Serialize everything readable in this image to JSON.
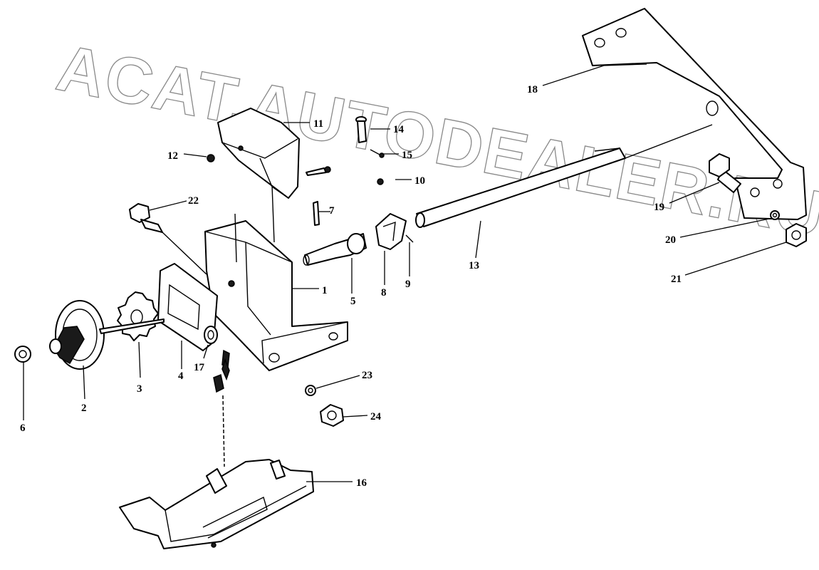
{
  "watermark": "ACAT.AUTODEALER.RU",
  "callouts": [
    {
      "id": "p1",
      "label": "1"
    },
    {
      "id": "p2",
      "label": "2"
    },
    {
      "id": "p3",
      "label": "3"
    },
    {
      "id": "p4",
      "label": "4"
    },
    {
      "id": "p5",
      "label": "5"
    },
    {
      "id": "p6",
      "label": "6"
    },
    {
      "id": "p7",
      "label": "7"
    },
    {
      "id": "p8",
      "label": "8"
    },
    {
      "id": "p9",
      "label": "9"
    },
    {
      "id": "p10",
      "label": "10"
    },
    {
      "id": "p11",
      "label": "11"
    },
    {
      "id": "p12",
      "label": "12"
    },
    {
      "id": "p13",
      "label": "13"
    },
    {
      "id": "p14",
      "label": "14"
    },
    {
      "id": "p15",
      "label": "15"
    },
    {
      "id": "p16",
      "label": "16"
    },
    {
      "id": "p17",
      "label": "17"
    },
    {
      "id": "p18",
      "label": "18"
    },
    {
      "id": "p19",
      "label": "19"
    },
    {
      "id": "p20",
      "label": "20"
    },
    {
      "id": "p21",
      "label": "21"
    },
    {
      "id": "p22",
      "label": "22"
    },
    {
      "id": "p23",
      "label": "23"
    },
    {
      "id": "p24",
      "label": "24"
    }
  ]
}
